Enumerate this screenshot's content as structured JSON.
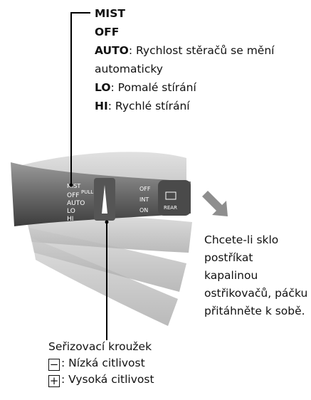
{
  "legend": {
    "mist": "MIST",
    "off": "OFF",
    "auto_key": "AUTO",
    "auto_desc": ": Rychlost stěračů se mění",
    "auto_desc2": "automaticky",
    "lo_key": "LO",
    "lo_desc": ": Pomalé stírání",
    "hi_key": "HI",
    "hi_desc": ": Rychlé stírání"
  },
  "side_note": {
    "line1": "Chcete-li sklo",
    "line2": "postříkat",
    "line3": "kapalinou",
    "line4": "ostřikovačů, páčku",
    "line5": "přitáhněte k sobě."
  },
  "bottom_note": {
    "title": "Seřizovací kroužek",
    "minus_glyph": "−",
    "minus_desc": ": Nízká citlivost",
    "plus_glyph": "+",
    "plus_desc": ": Vysoká citlivost"
  },
  "stalk_labels": {
    "mist": "MIST",
    "off": "OFF",
    "auto": "AUTO",
    "lo": "LO",
    "hi": "HI",
    "pull": "PULL",
    "rear_off": "OFF",
    "rear_int": "INT",
    "rear_on": "ON",
    "rear": "REAR"
  }
}
